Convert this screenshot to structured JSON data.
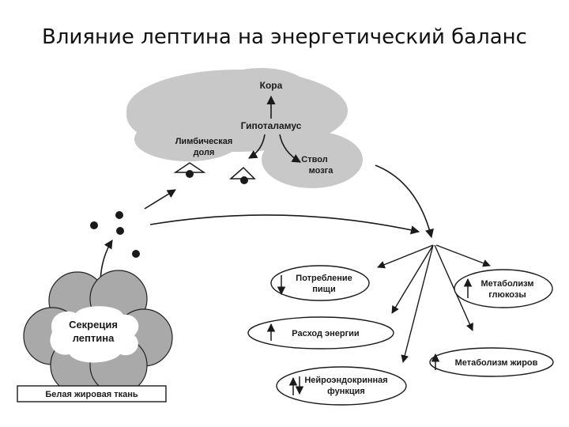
{
  "slide": {
    "title": "Влияние лептина на энергетический баланс"
  },
  "diagram": {
    "brain": {
      "cortex": "Кора",
      "hypothalamus": "Гипоталамус",
      "limbic_line1": "Лимбическая",
      "limbic_line2": "доля",
      "brainstem_line1": "Ствол",
      "brainstem_line2": "мозга"
    },
    "adipose": {
      "secretion_line1": "Секреция",
      "secretion_line2": "лептина",
      "tissue_label": "Белая жировая ткань"
    },
    "effects": {
      "food_intake_line1": "Потребление",
      "food_intake_line2": "пищи",
      "energy_expenditure": "Расход энергии",
      "neuroendocrine_line1": "Нейроэндокринная",
      "neuroendocrine_line2": "функция",
      "glucose_line1": "Метаболизм",
      "glucose_line2": "глюкозы",
      "fat_metabolism": "Метаболизм жиров"
    },
    "colors": {
      "cloud": "#c8c8c8",
      "adipose_lobe": "#a9a9a9",
      "ink": "#1a1a1a"
    }
  }
}
